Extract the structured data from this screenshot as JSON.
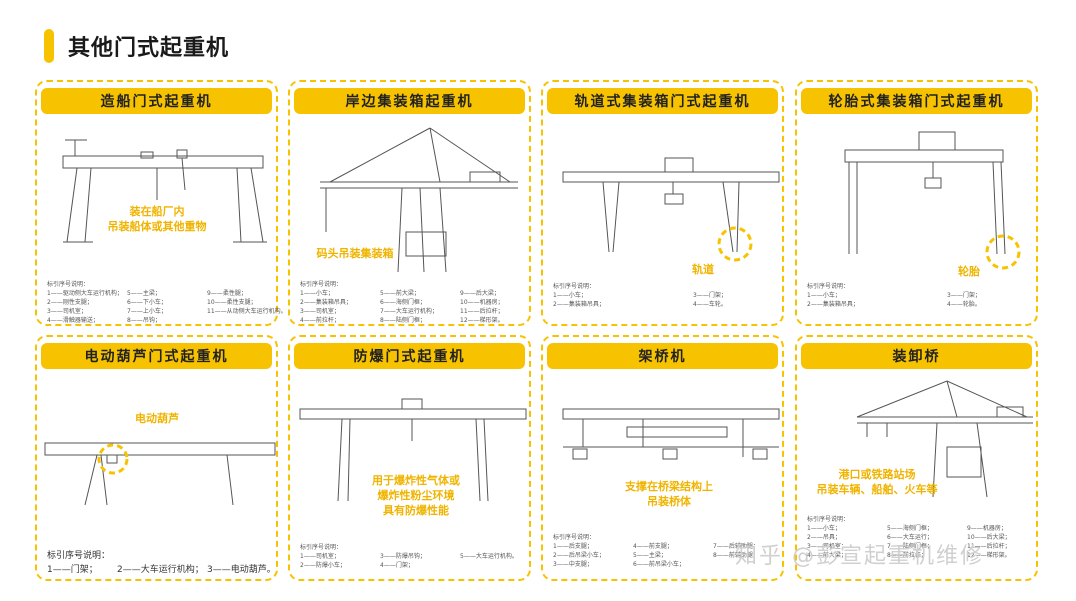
{
  "page": {
    "title": "其他门式起重机"
  },
  "colors": {
    "accent": "#f7c300",
    "annotation": "#f0b400",
    "line": "#555555"
  },
  "watermark": "知乎 @彭宣起重机维修",
  "cards": [
    {
      "title": "造船门式起重机",
      "annotation": [
        "装在船厂内",
        "吊装船体或其他重物"
      ],
      "legend_title": "标引序号说明：",
      "legend": [
        [
          "1——驱动侧大车运行机构；",
          "5——主梁；",
          "9——柔性腿；"
        ],
        [
          "2——刚性支腿；",
          "6——下小车；",
          "10——柔性支腿；"
        ],
        [
          "3——司机室；",
          "7——上小车；",
          "11——从动侧大车运行机构。"
        ],
        [
          "4——滑触器输送；",
          "8——吊钩；",
          ""
        ]
      ]
    },
    {
      "title": "岸边集装箱起重机",
      "annotation": [
        "码头吊装集装箱"
      ],
      "legend_title": "标引序号说明：",
      "legend": [
        [
          "1——小车；",
          "5——前大梁；",
          "9——后大梁；"
        ],
        [
          "2——集装箱吊具；",
          "6——海侧门框；",
          "10——机器房；"
        ],
        [
          "3——司机室；",
          "7——大车运行机构；",
          "11——后拉杆；"
        ],
        [
          "4——前拉杆；",
          "8——陆侧门框；",
          "12——梯形架。"
        ]
      ]
    },
    {
      "title": "轨道式集装箱门式起重机",
      "annotation": [
        "轨道"
      ],
      "legend_title": "标引序号说明：",
      "legend": [
        [
          "1——小车；",
          "",
          "3——门架；"
        ],
        [
          "2——集装箱吊具；",
          "",
          "4——车轮。"
        ]
      ]
    },
    {
      "title": "轮胎式集装箱门式起重机",
      "annotation": [
        "轮胎"
      ],
      "legend_title": "标引序号说明：",
      "legend": [
        [
          "1——小车；",
          "",
          "3——门架；"
        ],
        [
          "2——集装箱吊具；",
          "",
          "4——轮胎。"
        ]
      ]
    },
    {
      "title": "电动葫芦门式起重机",
      "annotation": [
        "电动葫芦"
      ],
      "legend_title": "标引序号说明：",
      "legend": [
        [
          "1——门架；",
          "2——大车运行机构；",
          "3——电动葫芦。"
        ]
      ]
    },
    {
      "title": "防爆门式起重机",
      "annotation": [
        "用于爆炸性气体或",
        "爆炸性粉尘环境",
        "具有防爆性能"
      ],
      "legend_title": "标引序号说明：",
      "legend": [
        [
          "1——司机室；",
          "3——防爆吊钩；",
          "5——大车运行机构。"
        ],
        [
          "2——防爆小车；",
          "4——门架；",
          ""
        ]
      ]
    },
    {
      "title": "架桥机",
      "annotation": [
        "支撑在桥梁结构上",
        "吊装桥体"
      ],
      "legend_title": "标引序号说明：",
      "legend": [
        [
          "1——后支腿；",
          "4——前支腿；",
          "7——后辅助腿；"
        ],
        [
          "2——后吊梁小车；",
          "5——主梁；",
          "8——前辅助腿；"
        ],
        [
          "3——中支腿；",
          "6——前吊梁小车；",
          ""
        ]
      ]
    },
    {
      "title": "装卸桥",
      "annotation": [
        "港口或铁路站场",
        "吊装车辆、船舶、火车等"
      ],
      "legend_title": "标引序号说明：",
      "legend": [
        [
          "1——小车；",
          "5——海侧门框；",
          "9——机器房；"
        ],
        [
          "2——吊具；",
          "6——大车运行；",
          "10——后大梁；"
        ],
        [
          "3——司机室；",
          "7——陆侧门框；",
          "11——后拉杆；"
        ],
        [
          "4——前大梁；",
          "8——前拉杆；",
          "12——梯形架。"
        ]
      ]
    }
  ]
}
